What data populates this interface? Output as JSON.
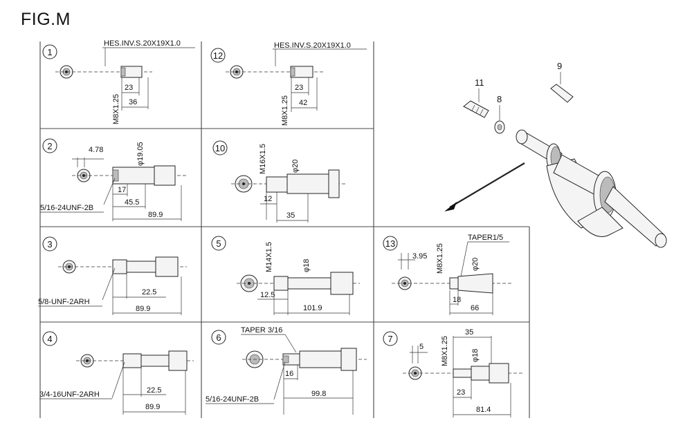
{
  "figure_title": "FIG.M",
  "panels": [
    {
      "num": "1",
      "specs": [
        "HES.INV.S.20X19X1.0"
      ],
      "dims": [
        "23",
        "36",
        "M8X1.25"
      ]
    },
    {
      "num": "12",
      "specs": [
        "HES.INV.S.20X19X1.0"
      ],
      "dims": [
        "23",
        "42",
        "M8X1.25"
      ]
    },
    {
      "num": "2",
      "specs": [
        "5/16-24UNF-2B"
      ],
      "dims": [
        "4.78",
        "φ19.05",
        "17",
        "45.5",
        "89.9"
      ]
    },
    {
      "num": "10",
      "specs": [],
      "dims": [
        "M16X1.5",
        "φ20",
        "12",
        "35"
      ]
    },
    {
      "num": "3",
      "specs": [
        "5/8-UNF-2ARH"
      ],
      "dims": [
        "22.5",
        "89.9"
      ]
    },
    {
      "num": "5",
      "specs": [],
      "dims": [
        "M14X1.5",
        "φ18",
        "12.5",
        "101.9"
      ]
    },
    {
      "num": "13",
      "specs": [
        "TAPER1/5"
      ],
      "dims": [
        "3.95",
        "M8X1.25",
        "φ20",
        "18",
        "66"
      ]
    },
    {
      "num": "4",
      "specs": [
        "3/4-16UNF-2ARH"
      ],
      "dims": [
        "22.5",
        "89.9"
      ]
    },
    {
      "num": "6",
      "specs": [
        "TAPER 3/16",
        "5/16-24UNF-2B"
      ],
      "dims": [
        "16",
        "99.8"
      ]
    },
    {
      "num": "7",
      "specs": [],
      "dims": [
        "5",
        "M8X1.25",
        "35",
        "φ18",
        "23",
        "81.4"
      ]
    }
  ],
  "callouts": [
    "11",
    "8",
    "9"
  ]
}
